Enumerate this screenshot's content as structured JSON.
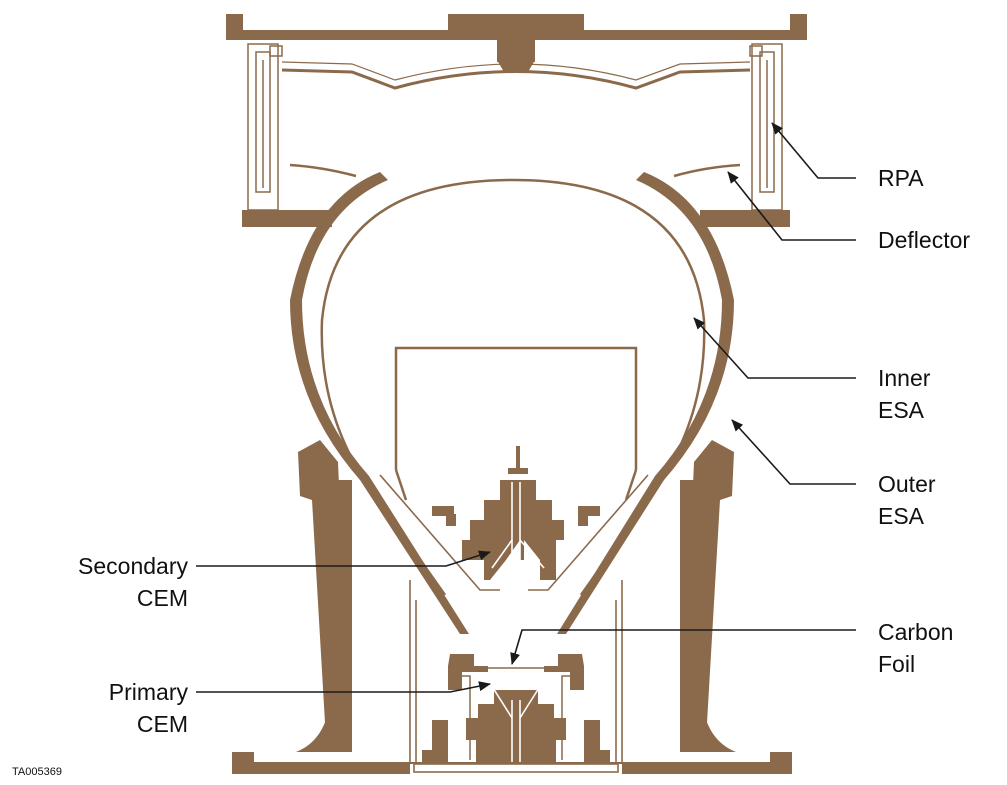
{
  "figure_id": "TA005369",
  "colors": {
    "structure": "#8b6a4b",
    "line": "#ffffff",
    "leader": "#1a1a1a",
    "text": "#111111"
  },
  "labels": {
    "rpa": "RPA",
    "deflector": "Deflector",
    "inner_esa": [
      "Inner",
      "ESA"
    ],
    "outer_esa": [
      "Outer",
      "ESA"
    ],
    "secondary_cem": [
      "Secondary",
      "CEM"
    ],
    "carbon_foil": [
      "Carbon",
      "Foil"
    ],
    "primary_cem": [
      "Primary",
      "CEM"
    ]
  }
}
